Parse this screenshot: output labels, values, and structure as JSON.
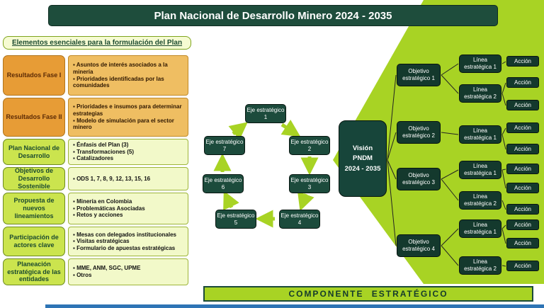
{
  "header": {
    "title": "Plan Nacional de Desarrollo Minero 2024 - 2035"
  },
  "left_panel": {
    "heading": "Elementos esenciales para la formulación del Plan",
    "rows": [
      {
        "label": "Resultados Fase I",
        "bullets": [
          "Asuntos de interés asociados a la minería",
          "Prioridades identificadas por las comunidades"
        ]
      },
      {
        "label": "Resultados Fase II",
        "bullets": [
          "Prioridades e insumos para determinar estrategias",
          "Modelo de simulación para el sector minero"
        ]
      },
      {
        "label": "Plan Nacional de Desarrollo",
        "bullets": [
          "Énfasis del Plan (3)",
          "Transformaciones (5)",
          "Catalizadores"
        ]
      },
      {
        "label": "Objetivos de Desarrollo Sostenible",
        "bullets": [
          "ODS 1, 7, 8, 9, 12, 13, 15, 16"
        ]
      },
      {
        "label": "Propuesta de nuevos lineamientos",
        "bullets": [
          "Minería en Colombia",
          "Problemáticas Asociadas",
          "Retos y acciones"
        ]
      },
      {
        "label": "Participación de actores clave",
        "bullets": [
          "Mesas con delegados institucionales",
          "Visitas estratégicas",
          "Formulario de apuestas estratégicas"
        ]
      },
      {
        "label": "Planeación estratégica de las entidades",
        "bullets": [
          "MME, ANM, SGC, UPME",
          "Otros"
        ]
      }
    ]
  },
  "cycle": {
    "ejes": [
      "Eje estratégico 1",
      "Eje estratégico 2",
      "Eje estratégico 3",
      "Eje estratégico 4",
      "Eje estratégico 5",
      "Eje estratégico 6",
      "Eje estratégico 7"
    ]
  },
  "vision": {
    "line1": "Visión",
    "line2": "PNDM",
    "line3": "2024 - 2035"
  },
  "strategic": {
    "objetivos": [
      {
        "label": "Objetivo estratégico 1",
        "lineas": [
          {
            "label": "Línea estratégica 1",
            "acciones": [
              "Acción"
            ]
          },
          {
            "label": "Línea estratégica 2",
            "acciones": [
              "Acción",
              "Acción"
            ]
          }
        ]
      },
      {
        "label": "Objetivo estratégico 2",
        "lineas": [
          {
            "label": "Línea estratégica 1",
            "acciones": [
              "Acción",
              "Acción"
            ]
          }
        ]
      },
      {
        "label": "Objetivo estratégico 3",
        "lineas": [
          {
            "label": "Línea estratégica 1",
            "acciones": [
              "Acción",
              "Acción"
            ]
          },
          {
            "label": "Línea estratégica 2",
            "acciones": [
              "Acción"
            ]
          }
        ]
      },
      {
        "label": "Objetivo estratégico 4",
        "lineas": [
          {
            "label": "Línea estratégica 1",
            "acciones": [
              "Acción",
              "Acción"
            ]
          },
          {
            "label": "Línea estratégica 2",
            "acciones": [
              "Acción"
            ]
          }
        ]
      }
    ]
  },
  "footer": {
    "banner": "COMPONENTE ESTRATÉGICO"
  },
  "colors": {
    "dark_green": "#1E4D3C",
    "bright_green": "#A8D324",
    "label_green": "#CBE44E",
    "pale_green": "#F2F9C9",
    "orange_label": "#E79C36",
    "orange_content": "#EFBE62",
    "blue_bar": "#2E74B5"
  }
}
